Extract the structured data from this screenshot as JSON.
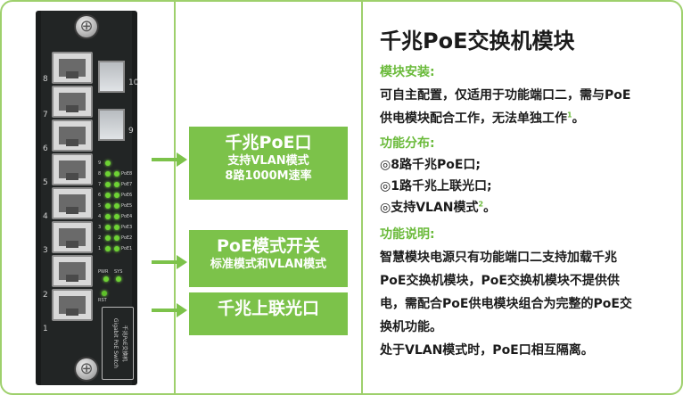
{
  "colors": {
    "accent": "#7cc24a",
    "border": "#9ed06c",
    "heading": "#6aba3a",
    "text": "#1b1b1b",
    "module": "#1a1c1c"
  },
  "module": {
    "port_numbers": [
      "8",
      "7",
      "6",
      "5",
      "4",
      "3",
      "2",
      "1"
    ],
    "sfp_numbers": [
      "10",
      "9"
    ],
    "led_labels": [
      "PoE8",
      "PoE7",
      "PoE6",
      "PoE5",
      "PoE4",
      "PoE3",
      "PoE2",
      "PoE1"
    ],
    "led_left_labels": [
      "9",
      "8",
      "7",
      "6",
      "5",
      "4",
      "3",
      "2",
      "1"
    ],
    "pwr_label": "PWR",
    "sys_label": "SYS",
    "rst_label": "RST",
    "side_label": "Gigabit PoE Switch",
    "side_label_cn": "千兆PoE交换机",
    "screw_icon": "screw-icon"
  },
  "callouts": {
    "poe": {
      "title": "千兆PoE口",
      "line1": "支持VLAN模式",
      "line2": "8路1000M速率"
    },
    "switch": {
      "title": "PoE模式开关",
      "line1": "标准模式和VLAN模式"
    },
    "uplink": {
      "title": "千兆上联光口"
    }
  },
  "info": {
    "title": "千兆PoE交换机模块",
    "install_heading": "模块安装:",
    "install_line1": "可自主配置，仅适用于功能端口二，需与PoE",
    "install_line2": "供电模块配合工作，无法单独工作",
    "install_sup": "1",
    "install_end": "。",
    "dist_heading": "功能分布:",
    "dist_line1": "◎8路千兆PoE口;",
    "dist_line2": "◎1路千兆上联光口;",
    "dist_line3": "◎支持VLAN模式",
    "dist_sup": "2",
    "dist_end": "。",
    "desc_heading": "功能说明:",
    "desc_line1": "智慧模块电源只有功能端口二支持加载千兆",
    "desc_line2": "PoE交换机模块，PoE交换机模块不提供供",
    "desc_line3": "电，需配合PoE供电模块组合为完整的PoE交",
    "desc_line4": "换机功能。",
    "desc_line5": "处于VLAN模式时，PoE口相互隔离。"
  }
}
